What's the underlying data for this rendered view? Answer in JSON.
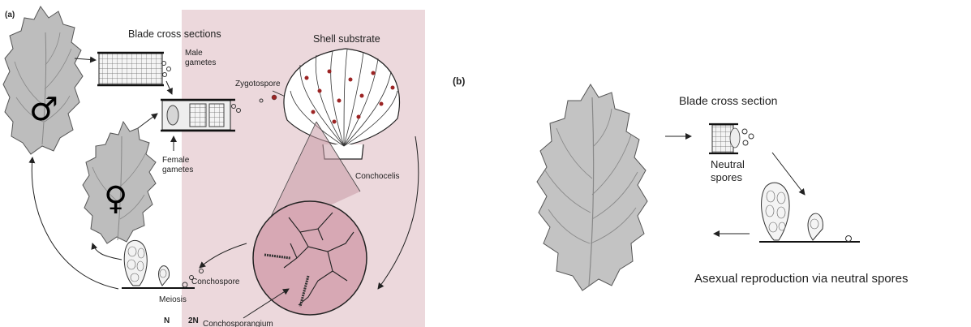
{
  "panel_a": {
    "panel_label": "(a)",
    "blade_cross_sections": "Blade cross sections",
    "shell_substrate": "Shell substrate",
    "male_gametes": [
      "Male",
      "gametes"
    ],
    "zygotospore": "Zygotospore",
    "female_gametes": [
      "Female",
      "gametes"
    ],
    "conchocelis": "Conchocelis",
    "conchospore": "Conchospore",
    "meiosis": "Meiosis",
    "conchosporangium": "Conchosporangium",
    "ploidy_n": "N",
    "ploidy_2n": "2N",
    "male_symbol": "♂",
    "female_symbol": "♀",
    "diploid_bg_color": "#ecd8dc",
    "spore_color": "#9c2424"
  },
  "panel_b": {
    "panel_label": "(b)",
    "blade_cross_section": "Blade cross section",
    "neutral_spores": [
      "Neutral",
      "spores"
    ],
    "asexual_reproduction": "Asexual reproduction via neutral spores"
  }
}
